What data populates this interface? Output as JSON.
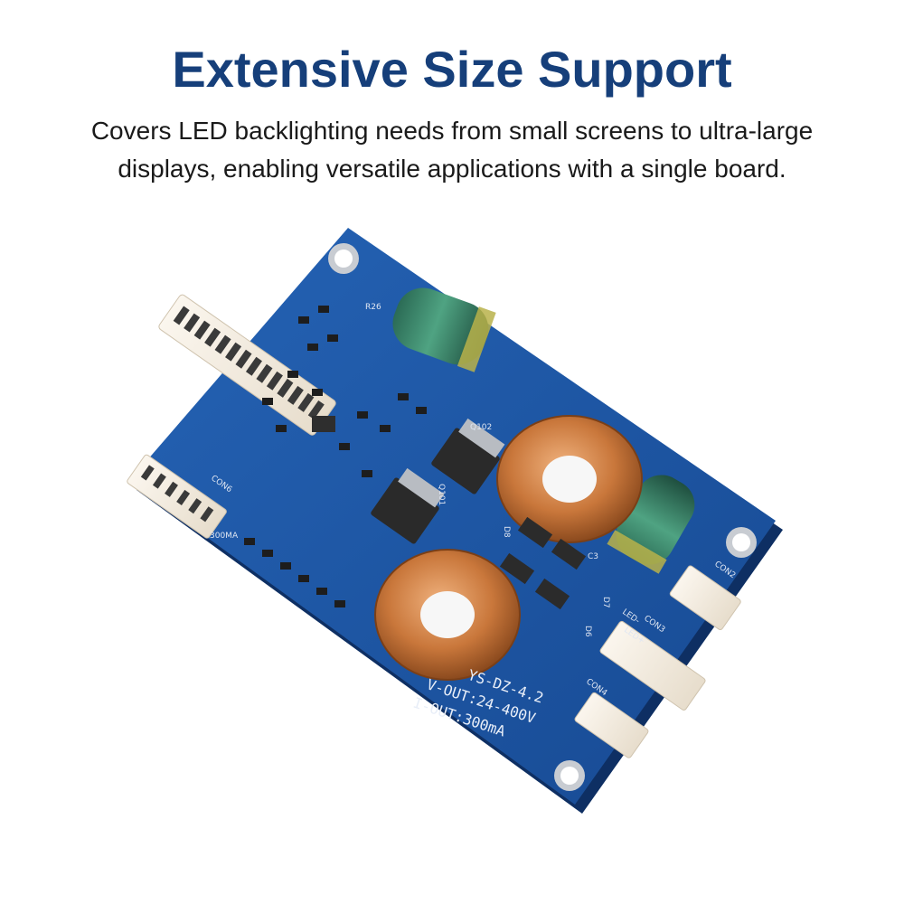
{
  "header": {
    "title": "Extensive Size Support",
    "description": "Covers LED backlighting needs from small screens to ultra-large displays, enabling versatile applications with a single board."
  },
  "board": {
    "model": "YS-DZ-4.2",
    "voltage_out": "V-OUT:24-400V",
    "current_out": "I-OUT:300mA",
    "current_setting": "300MA",
    "labels": {
      "con6": "CON6",
      "con4": "CON4",
      "con3": "CON3",
      "con2": "CON2",
      "q101": "Q101",
      "q102": "Q102",
      "d6": "D6",
      "d7": "D7",
      "d8": "D8",
      "c3": "C3",
      "r26": "R26",
      "led_plus": "LED+",
      "led_minus": "LED-"
    }
  },
  "colors": {
    "title": "#163f7a",
    "text": "#1a1a1a",
    "pcb": "#1e57a8",
    "copper": "#c9773b"
  }
}
